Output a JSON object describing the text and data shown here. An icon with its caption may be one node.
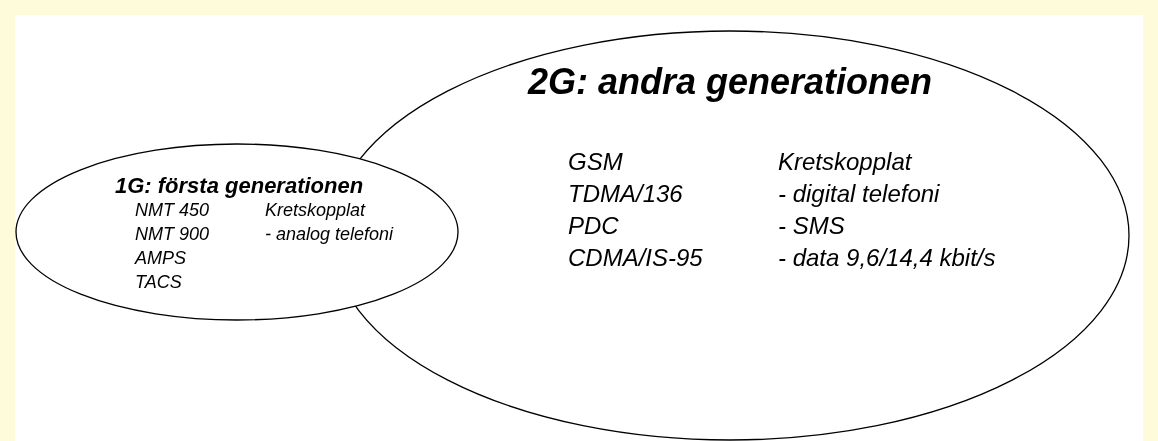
{
  "diagram": {
    "nodes": [
      {
        "text": [
          "1G: första generationen",
          "NMT 450",
          "NMT 900",
          "AMPS",
          "TACS",
          "Kretskopplat",
          "- analog telefoni"
        ]
      },
      {
        "text": [
          "2G: andra generationen",
          "GSM",
          "TDMA/136",
          "PDC",
          "CDMA/IS-95",
          "Kretskopplat",
          "- digital telefoni",
          "- SMS",
          "- data 9,6/14,4 kbit/s"
        ]
      }
    ],
    "edges": []
  }
}
